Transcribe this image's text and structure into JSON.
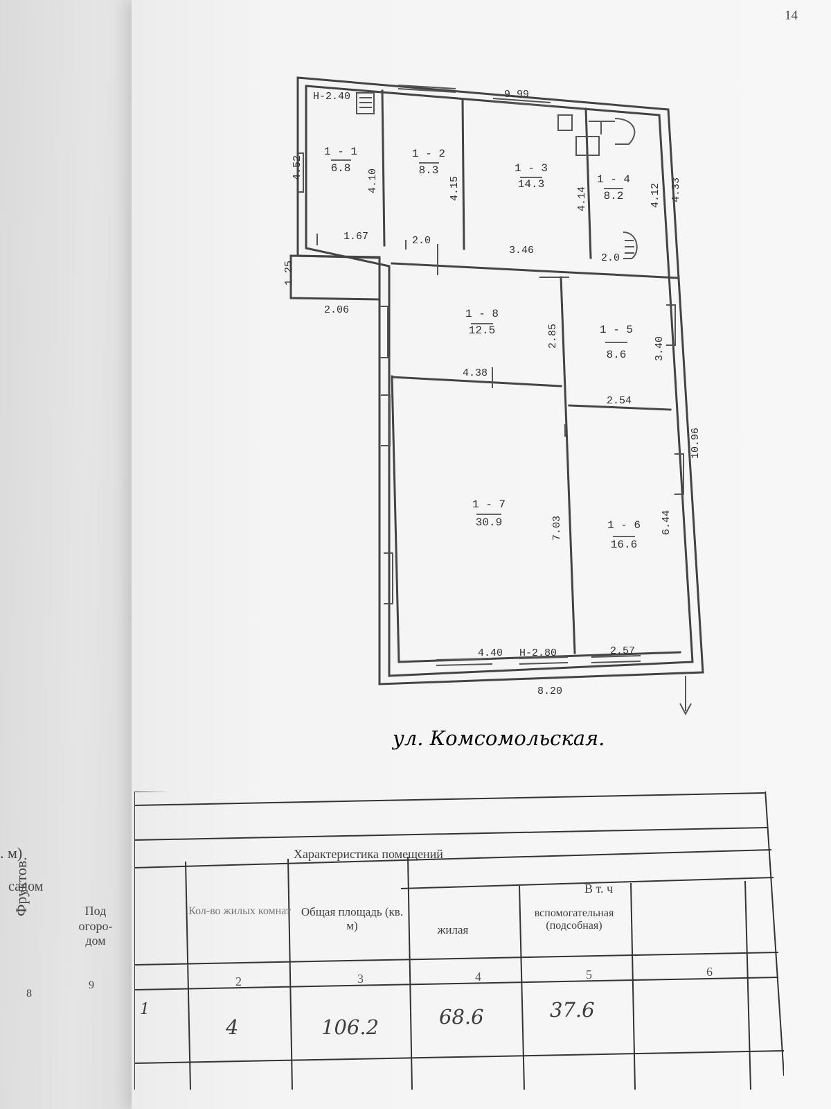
{
  "page": {
    "page_number": "14"
  },
  "plan": {
    "rooms": [
      {
        "id": "1 - 1",
        "area": "6.8"
      },
      {
        "id": "1 - 2",
        "area": "8.3"
      },
      {
        "id": "1 - 3",
        "area": "14.3"
      },
      {
        "id": "1 - 4",
        "area": "8.2"
      },
      {
        "id": "1 - 5",
        "area": "8.6"
      },
      {
        "id": "1 - 6",
        "area": "16.6"
      },
      {
        "id": "1 - 7",
        "area": "30.9"
      },
      {
        "id": "1 - 8",
        "area": "12.5"
      }
    ],
    "dimensions": [
      "Н-2.40",
      "9.99",
      "4.52",
      "4.10",
      "4.15",
      "4.14",
      "4.12",
      "4.33",
      "1.67",
      "2.0",
      "3.46",
      "2.0",
      "1.25",
      "2.06",
      "2.85",
      "3.40",
      "4.38",
      "2.54",
      "10.96",
      "7.03",
      "6.44",
      "4.40",
      "Н-2.80",
      "2.57",
      "8.20"
    ],
    "street": "ул. Комсомольская."
  },
  "table": {
    "heading": "Характеристика помещений",
    "sub_heading": "В т. ч",
    "columns": [
      "Кол-во жилых комнат",
      "Общая площадь (кв. м)",
      "жилая",
      "вспомогательная (подсобная)"
    ],
    "column_numbers": [
      "2",
      "3",
      "4",
      "5",
      "6"
    ],
    "row": {
      "index": "1",
      "rooms": "4",
      "total_area": "106.2",
      "living_area": "68.6",
      "auxiliary_area": "37.6"
    }
  },
  "left_page": {
    "top_fragment": ". м)",
    "header_fragment": "садом",
    "column_1": "Фруктов.",
    "column_2": "Под огоро- дом",
    "number_1": "8",
    "number_2": "9"
  }
}
